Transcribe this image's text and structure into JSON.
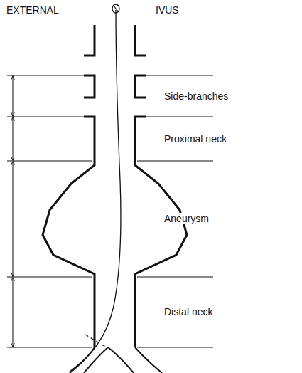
{
  "diagram": {
    "labels": [
      "EXTERNAL",
      "IVUS",
      "Side-branches",
      "Proximal neck",
      "Aneurysm",
      "Distal neck"
    ]
  }
}
